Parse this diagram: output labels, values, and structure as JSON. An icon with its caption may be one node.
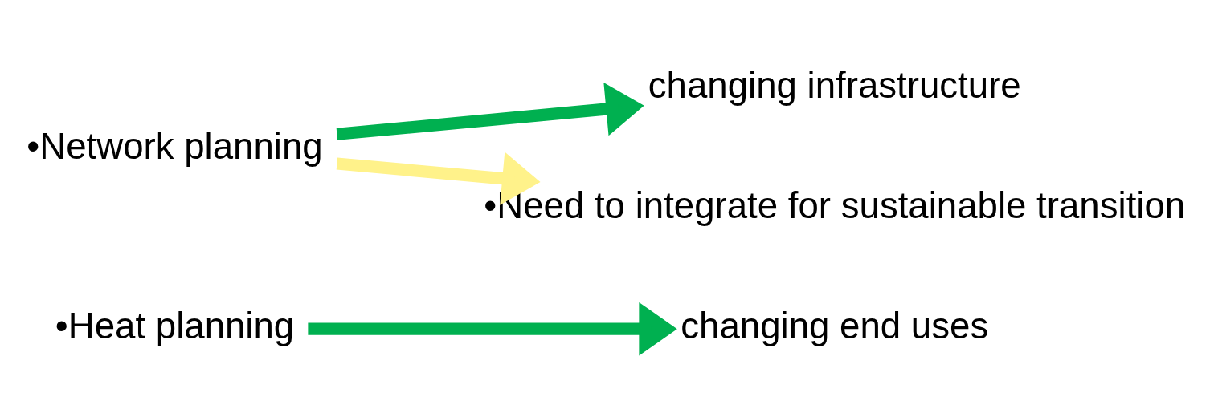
{
  "diagram": {
    "nodes": [
      {
        "text": [
          "•Heat planning"
        ]
      },
      {
        "text": [
          "changing end uses"
        ]
      },
      {
        "text": [
          "•Network planning"
        ]
      },
      {
        "text": [
          "changing infrastructure"
        ]
      },
      {
        "text": [
          "•Need to integrate for sustainable transition"
        ]
      }
    ],
    "edges": [
      {
        "from": 0,
        "to": 1,
        "arrow": "to"
      },
      {
        "from": 2,
        "to": 3,
        "arrow": "to"
      },
      {
        "from": 2,
        "to": 4,
        "arrow": "to",
        "color": "#fff28a"
      }
    ]
  }
}
